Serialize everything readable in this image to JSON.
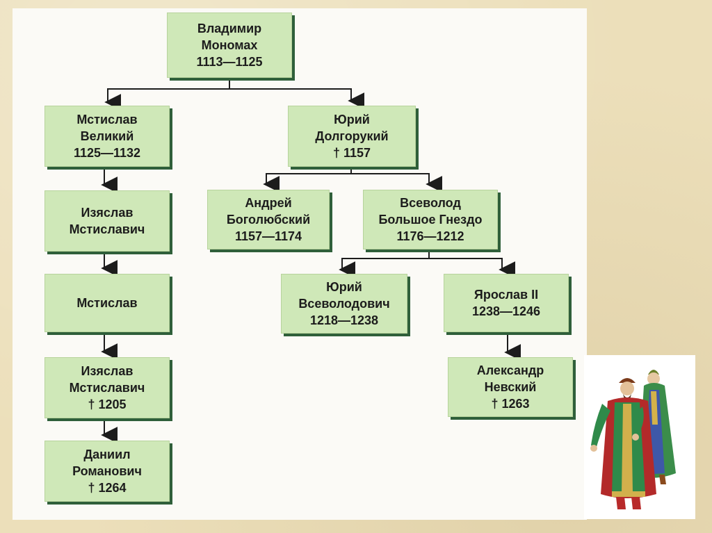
{
  "tree": {
    "vladimir": [
      "Владимир",
      "Мономах",
      "1113—1125"
    ],
    "mstislav_velikiy": [
      "Мстислав",
      "Великий",
      "1125—1132"
    ],
    "yuriy_dolgorukiy": [
      "Юрий",
      "Долгорукий",
      "† 1157"
    ],
    "izyaslav_1": [
      "Изяслав",
      "Мстиславич"
    ],
    "mstislav": [
      "Мстислав"
    ],
    "izyaslav_2": [
      "Изяслав",
      "Мстиславич",
      "† 1205"
    ],
    "daniil": [
      "Даниил",
      "Романович",
      "† 1264"
    ],
    "andrey": [
      "Андрей",
      "Боголюбский",
      "1157—1174"
    ],
    "vsevolod": [
      "Всеволод",
      "Большое Гнездо",
      "1176—1212"
    ],
    "yuriy_vsevolodovich": [
      "Юрий",
      "Всеволодович",
      "1218—1238"
    ],
    "yaroslav": [
      "Ярослав II",
      "1238—1246"
    ],
    "aleksandr": [
      "Александр",
      "Невский",
      "† 1263"
    ]
  },
  "colors": {
    "box_fill": "#cfe8b8",
    "box_shadow": "#2f5f3a",
    "connector": "#1c1c1c",
    "paper": "#fbfaf6",
    "frame": "#ecdfba"
  },
  "illustration": "two medieval Russian princes in robes"
}
